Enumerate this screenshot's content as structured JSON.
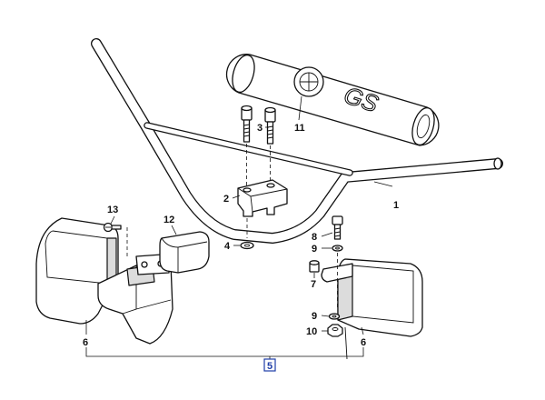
{
  "diagram": {
    "callouts": {
      "handlebar": "1",
      "clamp": "2",
      "bolt": "3",
      "washer_handlebar": "4",
      "hand_guard_left": "6",
      "hand_guard_right": "6",
      "bushing": "7",
      "screw_guard": "8",
      "washer_guard_top": "9",
      "washer_guard_bottom": "9",
      "nut": "10",
      "pad": "11",
      "grip_weight": "12",
      "screw_small": "13"
    },
    "kit_callout": "5",
    "pad_lettering": "GS",
    "colors": {
      "line": "#111111",
      "kit_highlight": "#1f3ea8",
      "background": "#ffffff"
    }
  }
}
